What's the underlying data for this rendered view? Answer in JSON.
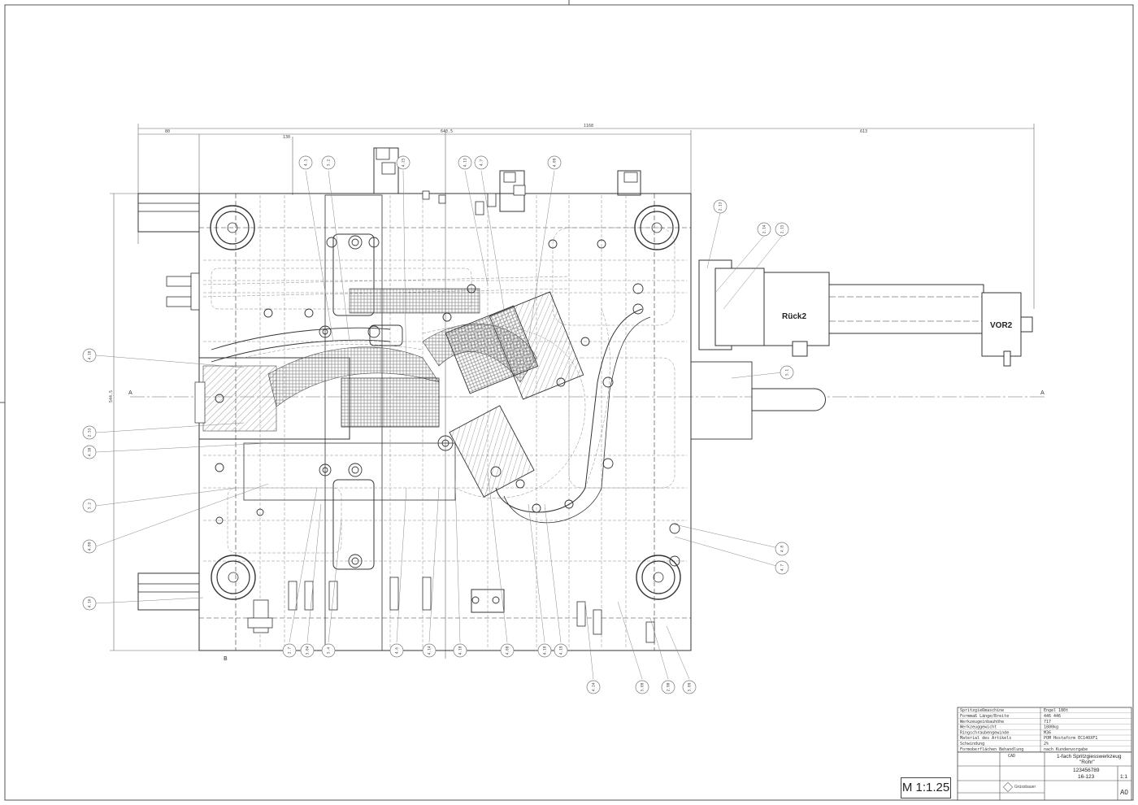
{
  "drawing": {
    "cylinder_labels": {
      "rueck": "Rück2",
      "vor": "VOR2"
    },
    "dimensions": {
      "overall": "1168",
      "left_a": "80",
      "left_b": "130",
      "middle": "643.5",
      "right": "613",
      "height": "544.5"
    },
    "section_markers": {
      "a_left": "A",
      "a_right": "A",
      "b_bottom": "B"
    },
    "callouts_left": [
      "4.18",
      "2.53",
      "4.10",
      "5.2",
      "4.09",
      "4.16"
    ],
    "callouts_top": [
      "4.3",
      "5.2",
      "4.25",
      "4.13",
      "4.7",
      "4.09"
    ],
    "callouts_right": [
      "2.13",
      "2.14",
      "2.15",
      "5.1",
      "4.8",
      "4.7"
    ],
    "callouts_bottom": [
      "2.7",
      "3.04",
      "5.4",
      "4.6",
      "4.14",
      "4.18",
      "4.08",
      "4.18",
      "4.19",
      "4.24",
      "5.08",
      "2.90",
      "5.09"
    ]
  },
  "title_block": {
    "rows": [
      {
        "label": "Spritzgießmaschine",
        "value": "Engel 180t"
      },
      {
        "label": "Formmaß Länge/Breite",
        "value": "446 446"
      },
      {
        "label": "Werkzeugeinbauhöhe",
        "value": "717"
      },
      {
        "label": "Werkzeuggewicht",
        "value": "1800kg"
      },
      {
        "label": "Ringschraubengewinde",
        "value": "M36"
      },
      {
        "label": "Material des Artikels",
        "value": "POM Hostaform EC140XF1"
      },
      {
        "label": "Schwindung",
        "value": "2%"
      },
      {
        "label": "Formoberflächen Behandlung",
        "value": "nach Kundenvorgabe"
      }
    ],
    "title_line1": "1-fach Spritzgiesswerkzeug",
    "title_line2": "\"Rohr\"",
    "drawing_number": "123456789",
    "sub_number": "16-123",
    "scale_value": "1:1",
    "format": "A0",
    "cad_label": "CAD",
    "company": "Grüssbauer"
  },
  "scale_box": "M 1:1.25"
}
